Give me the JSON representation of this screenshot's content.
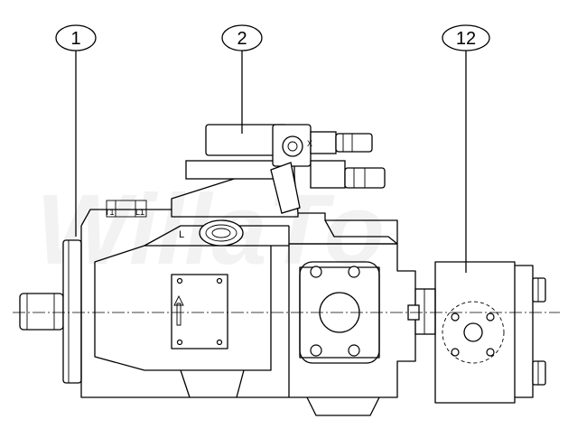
{
  "callouts": [
    {
      "id": "c1",
      "label": "1"
    },
    {
      "id": "c2",
      "label": "2"
    },
    {
      "id": "c12",
      "label": "12"
    }
  ],
  "port_labels": {
    "L": "L",
    "L1": "L1",
    "X": "X",
    "T1": "T1"
  },
  "watermark": "WillaTo",
  "colors": {
    "line": "#000000",
    "background": "#ffffff",
    "watermark": "#e9e9e9"
  }
}
